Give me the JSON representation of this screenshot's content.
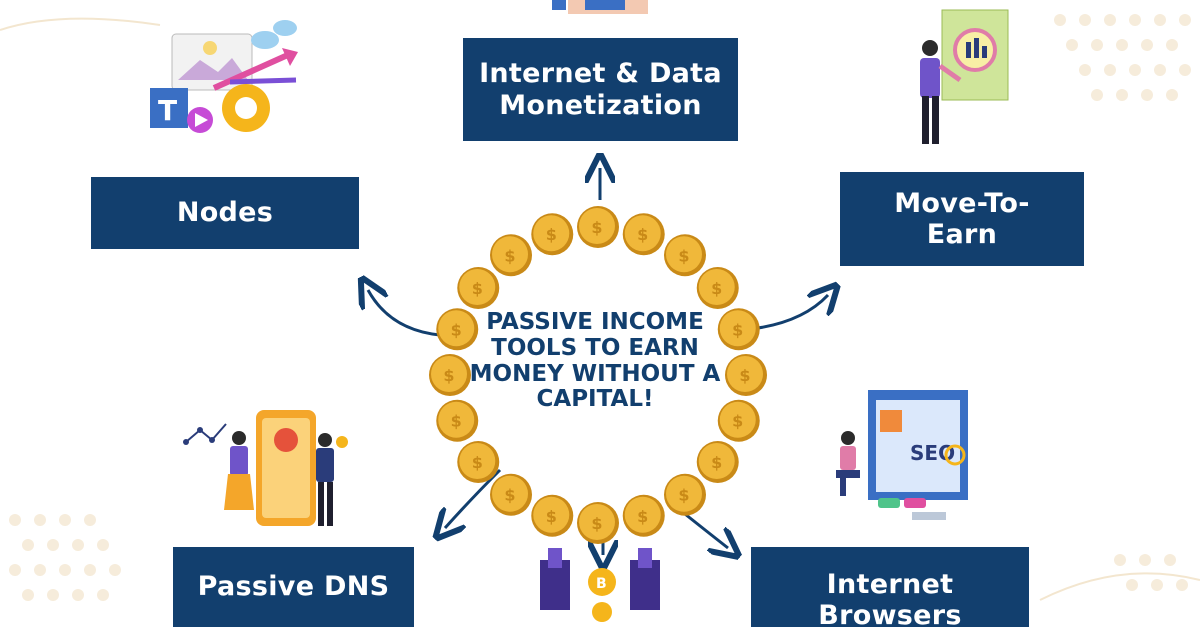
{
  "center": {
    "title": "PASSIVE INCOME TOOLS TO EARN MONEY WITHOUT A CAPITAL!"
  },
  "boxes": {
    "internet_data": "Internet & Data Monetization",
    "nodes": "Nodes",
    "move_to_earn": "Move-To-Earn",
    "passive_dns": "Passive DNS",
    "internet_browsers": "Internet Browsers"
  },
  "icons": {
    "coin": "dollar-coin-icon",
    "nodes_art": "gear-and-media-icons",
    "move_art": "person-with-document-icon",
    "dns_art": "team-with-phone-icon",
    "browser_art": "seo-monitor-icon",
    "internet_art": "hand-with-phone-icon",
    "crypto_art": "bitcoin-server-icon"
  },
  "colors": {
    "navy": "#123f6e",
    "coin": "#f0b83a",
    "coin_dark": "#c98a17",
    "white": "#ffffff"
  },
  "coin_symbol": "$"
}
